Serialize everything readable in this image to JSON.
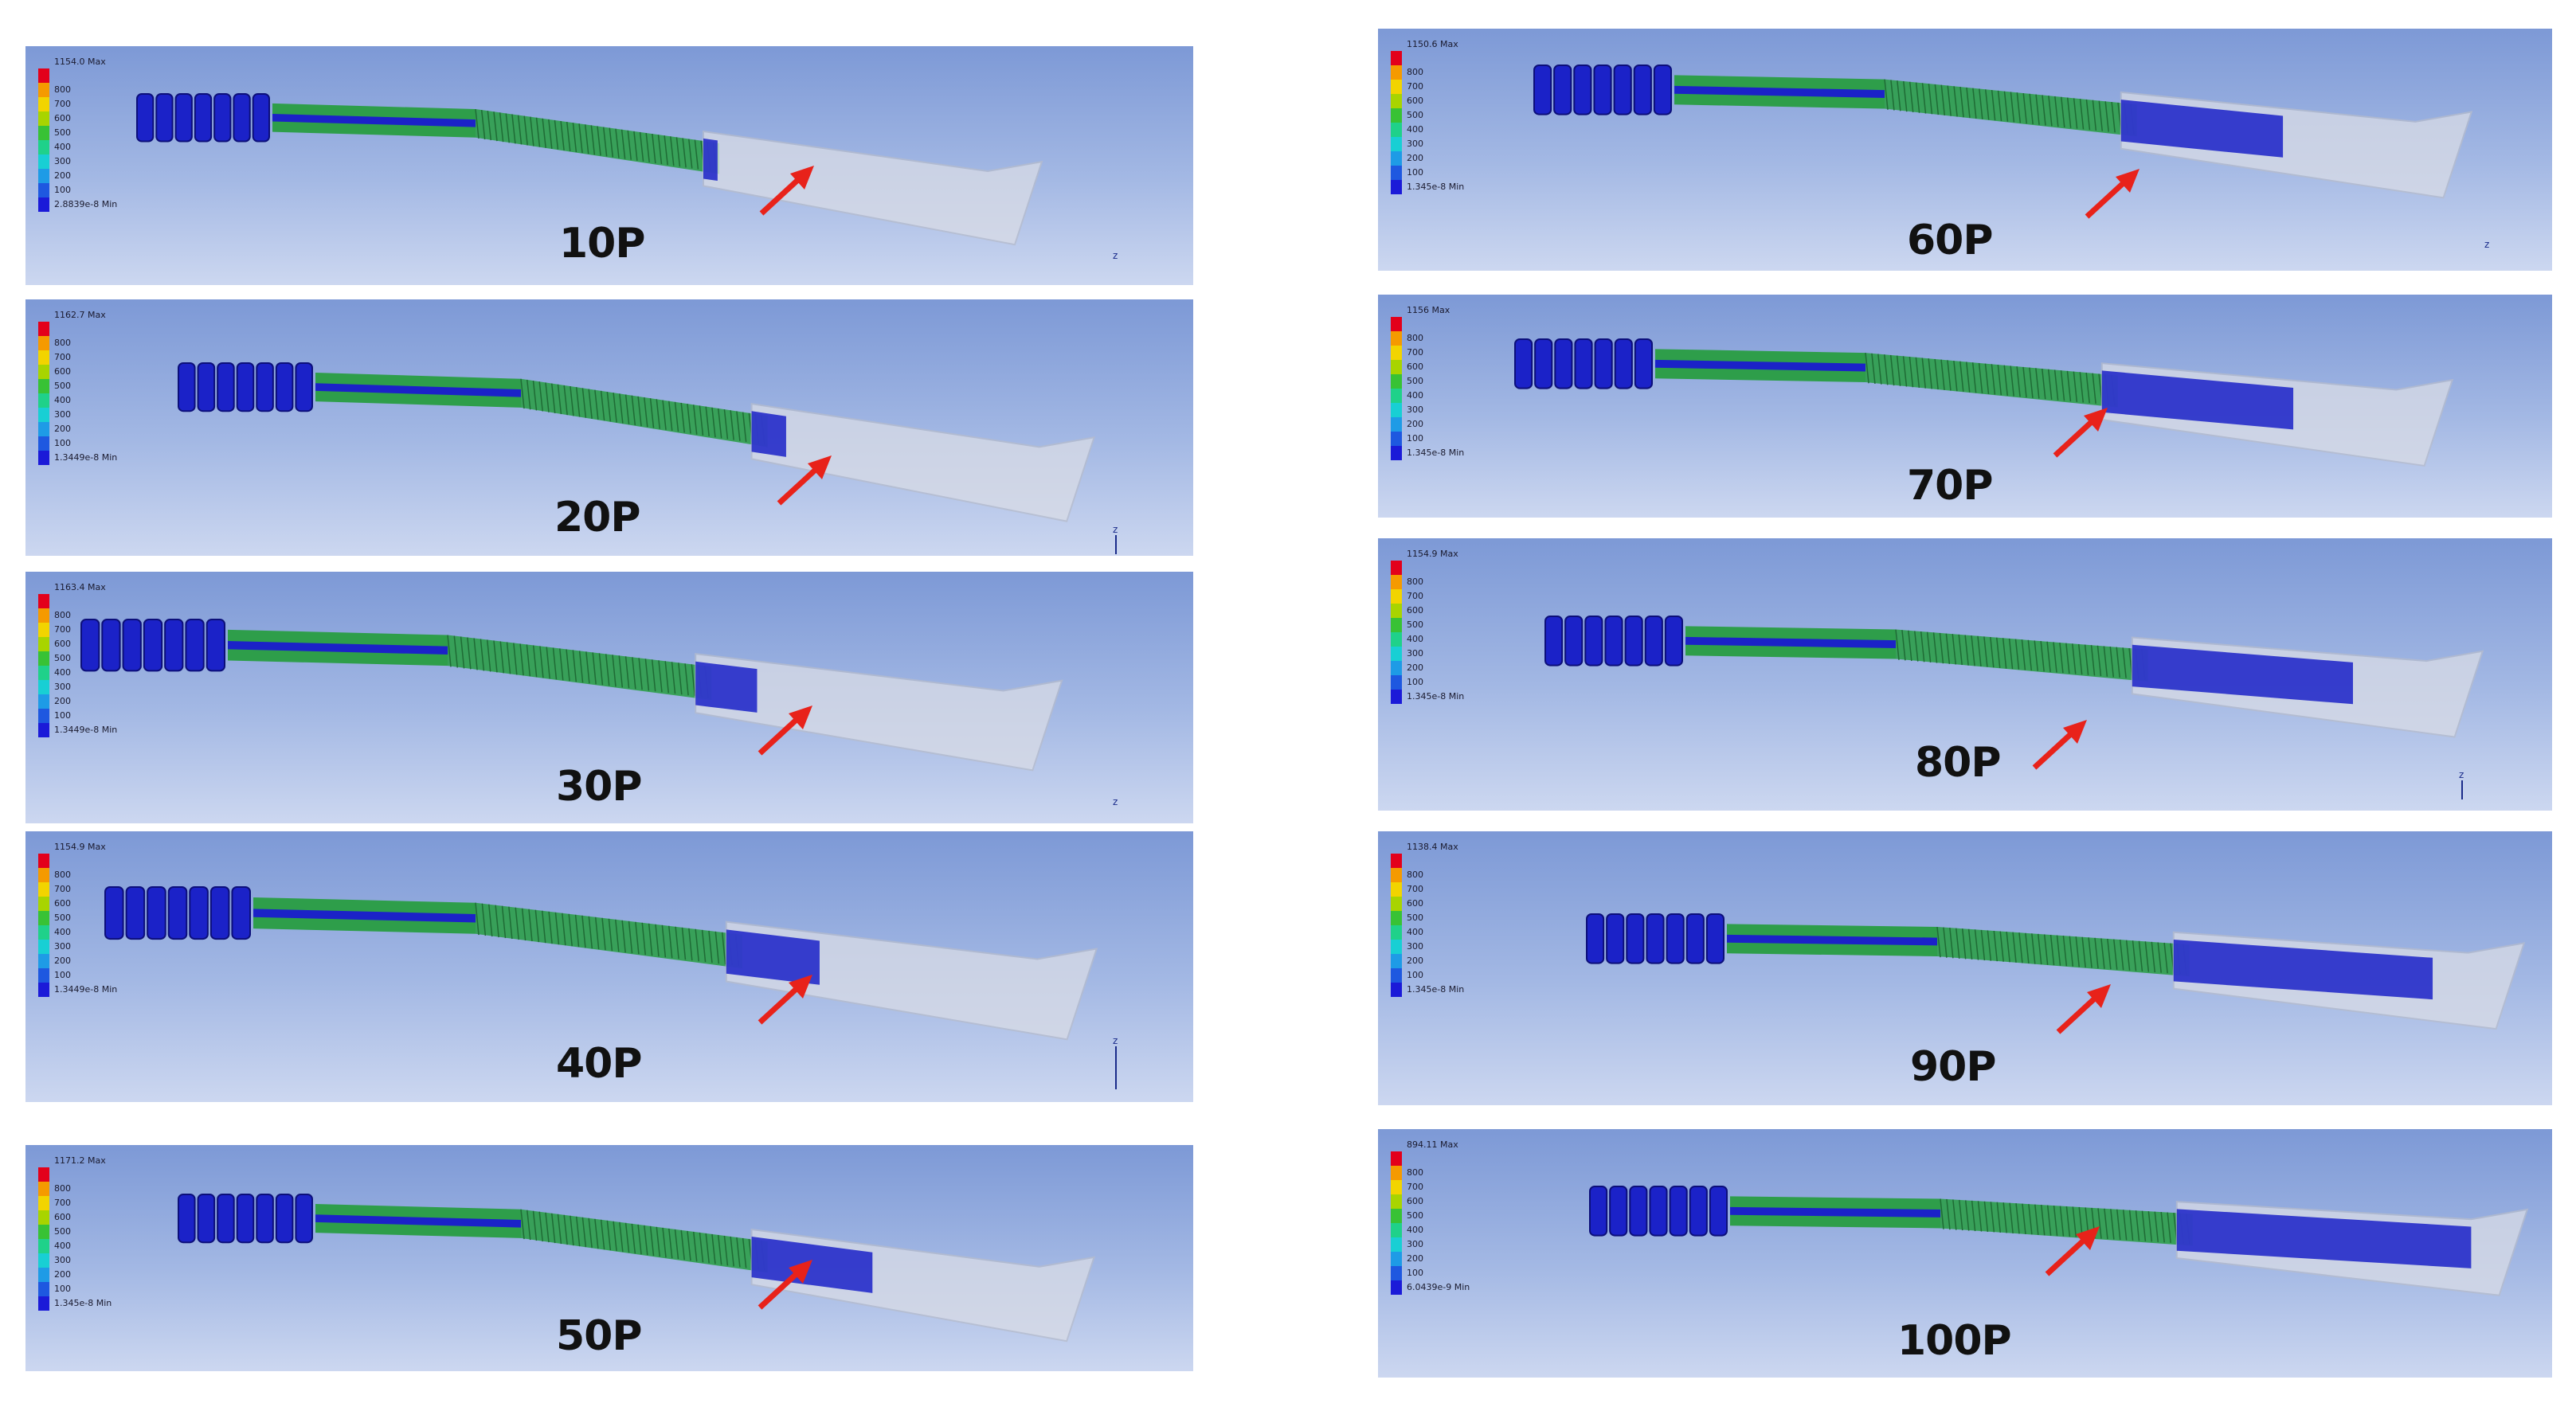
{
  "colors": {
    "legend": [
      "#e3001b",
      "#f59a00",
      "#f2d400",
      "#a8d400",
      "#38c235",
      "#1fd18a",
      "#18cfd4",
      "#1e9be6",
      "#1e58e0",
      "#1b1ad8"
    ],
    "arrow": "#e8221a",
    "model_blue": "#1b22c8",
    "model_green": "#2e9e4a"
  },
  "icons": [
    "red-arrow-icon",
    "z-axis-triad-icon"
  ],
  "panels": [
    {
      "label": "10P",
      "max": "1154.0 Max",
      "min": "2.8839e-8 Min",
      "levels": [
        "800",
        "700",
        "600",
        "500",
        "400",
        "300",
        "200",
        "100"
      ]
    },
    {
      "label": "20P",
      "max": "1162.7 Max",
      "min": "1.3449e-8 Min",
      "levels": [
        "800",
        "700",
        "600",
        "500",
        "400",
        "300",
        "200",
        "100"
      ]
    },
    {
      "label": "30P",
      "max": "1163.4 Max",
      "min": "1.3449e-8 Min",
      "levels": [
        "800",
        "700",
        "600",
        "500",
        "400",
        "300",
        "200",
        "100"
      ]
    },
    {
      "label": "40P",
      "max": "1154.9 Max",
      "min": "1.3449e-8 Min",
      "levels": [
        "800",
        "700",
        "600",
        "500",
        "400",
        "300",
        "200",
        "100"
      ]
    },
    {
      "label": "50P",
      "max": "1171.2 Max",
      "min": "1.345e-8 Min",
      "levels": [
        "800",
        "700",
        "600",
        "500",
        "400",
        "300",
        "200",
        "100"
      ]
    },
    {
      "label": "60P",
      "max": "1150.6 Max",
      "min": "1.345e-8 Min",
      "levels": [
        "800",
        "700",
        "600",
        "500",
        "400",
        "300",
        "200",
        "100"
      ]
    },
    {
      "label": "70P",
      "max": "1156 Max",
      "min": "1.345e-8 Min",
      "levels": [
        "800",
        "700",
        "600",
        "500",
        "400",
        "300",
        "200",
        "100"
      ]
    },
    {
      "label": "80P",
      "max": "1154.9 Max",
      "min": "1.345e-8 Min",
      "levels": [
        "800",
        "700",
        "600",
        "500",
        "400",
        "300",
        "200",
        "100"
      ]
    },
    {
      "label": "90P",
      "max": "1138.4 Max",
      "min": "1.345e-8 Min",
      "levels": [
        "800",
        "700",
        "600",
        "500",
        "400",
        "300",
        "200",
        "100"
      ]
    },
    {
      "label": "100P",
      "max": "894.11 Max",
      "min": "6.0439e-9 Min",
      "levels": [
        "800",
        "700",
        "600",
        "500",
        "400",
        "300",
        "200",
        "100"
      ]
    }
  ],
  "axis_label": "z"
}
